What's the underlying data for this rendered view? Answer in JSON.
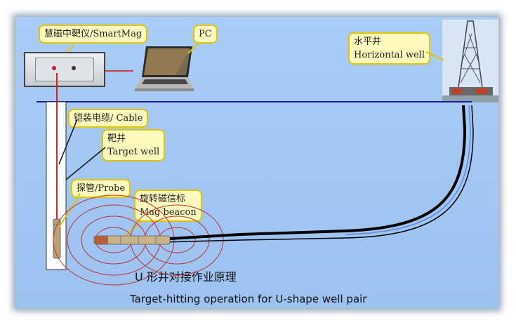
{
  "labels": {
    "smartmag": "慧磁中靶仪/SmartMag",
    "pc": "PC",
    "horizontal_cn": "水平井",
    "horizontal_en": "Horizontal well",
    "cable": "铠装电缆/ Cable",
    "target_cn": "靶井",
    "target_en": "Target well",
    "probe": "探管/Probe",
    "beacon_cn": "旋转磁信标",
    "beacon_en": "Mag beacon"
  },
  "title_cn": "U 形井对接作业原理",
  "title_en": "Target-hitting operation for U-shape well pair",
  "colors": {
    "background": "#a2c6f2",
    "callout_fill": "#fffbbf",
    "callout_border": "#e3c400",
    "ground_line": "#1a1aa0",
    "cable": "#d01010",
    "field_lines": "#c03030",
    "well_path": "#000000"
  },
  "icons": [
    "smartmag-device-icon",
    "laptop-icon",
    "drilling-rig-icon",
    "probe-icon",
    "mag-beacon-icon"
  ]
}
